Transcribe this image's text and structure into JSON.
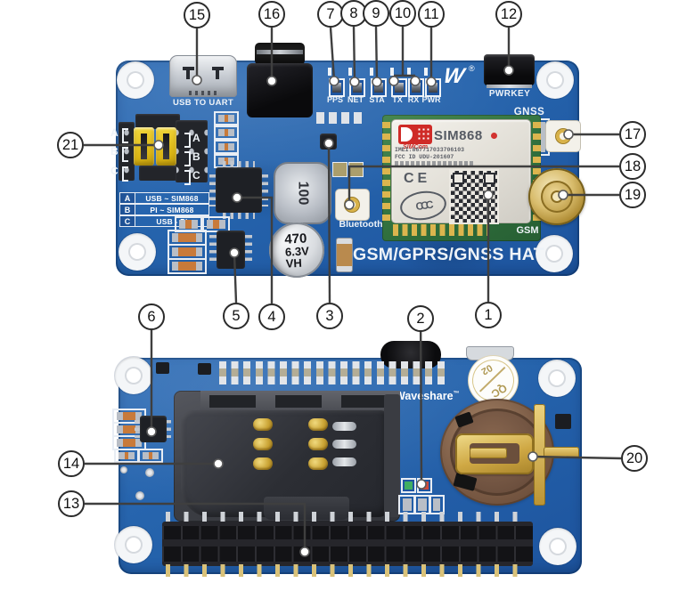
{
  "colors": {
    "pcb_blue": "#2563ac",
    "silkscreen_white": "#edf2f8",
    "jumper_yellow": "#e9c526",
    "gold": "#cfa844",
    "simcom_red": "#cf2b27",
    "module_green": "#39753f",
    "callout_line": "#3f3f3f"
  },
  "callouts": {
    "n1": "1",
    "n2": "2",
    "n3": "3",
    "n4": "4",
    "n5": "5",
    "n6": "6",
    "n7": "7",
    "n8": "8",
    "n9": "9",
    "n10": "10",
    "n11": "11",
    "n12": "12",
    "n13": "13",
    "n14": "14",
    "n15": "15",
    "n16": "16",
    "n17": "17",
    "n18": "18",
    "n19": "19",
    "n20": "20",
    "n21": "21"
  },
  "front_board": {
    "usb_uart_label": "USB TO UART",
    "led_labels": [
      "PPS",
      "NET",
      "STA",
      "TX",
      "RX",
      "PWR"
    ],
    "pwrkey_label": "PWRKEY",
    "logo_letter": "W",
    "registered_mark": "®",
    "gnss_label": "GNSS",
    "gsm_label": "GSM",
    "bluetooth_label": "Bluetooth",
    "title": "GSM/GPRS/GNSS HAT",
    "jumper_labels_left": [
      "A",
      "B",
      "C"
    ],
    "jumper_labels_right": [
      "A",
      "B",
      "C"
    ],
    "switch_table": [
      {
        "key": "A",
        "value": "USB ~ SIM868"
      },
      {
        "key": "B",
        "value": "PI ~ SIM868"
      },
      {
        "key": "C",
        "value": "USB - Pi"
      }
    ],
    "module": {
      "brand": "SIMCom",
      "model": "SIM868",
      "imei_line": "IMEI:867717033706103",
      "fcc_line": "FCC ID UDU-201607",
      "ce_mark": "CE",
      "ccc_mark": "CCC"
    },
    "inductor_value": "100",
    "capacitor_lines": [
      "470",
      "6.3V",
      "VH"
    ]
  },
  "back_board": {
    "brand": "Waveshare",
    "trademark": "™",
    "qc_top": "QC",
    "qc_bottom": "02"
  }
}
